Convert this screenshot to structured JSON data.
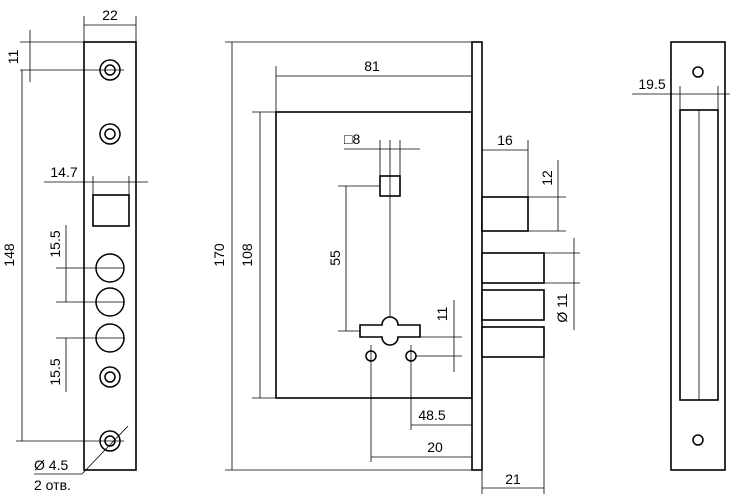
{
  "diagram": {
    "title": "",
    "dimensions": {
      "faceplate_width": "22",
      "top_hole_offset": "11",
      "latch_window_offset": "14.7",
      "hole_spacing_upper": "15.5",
      "hole_spacing_lower": "15.5",
      "faceplate_length": "148",
      "screw_hole_diameter": "Ø 4.5",
      "screw_hole_count": "2 отв.",
      "body_width": "81",
      "spindle_square": "□8",
      "latch_projection": "16",
      "latch_height": "12",
      "spindle_to_keyhole": "55",
      "overall_height": "170",
      "body_height": "108",
      "keyhole_offset": "11",
      "bolt_diameter": "Ø 11",
      "backset": "48.5",
      "keyhole_spacing": "20",
      "bolt_projection": "21",
      "side_offset": "19.5"
    }
  }
}
